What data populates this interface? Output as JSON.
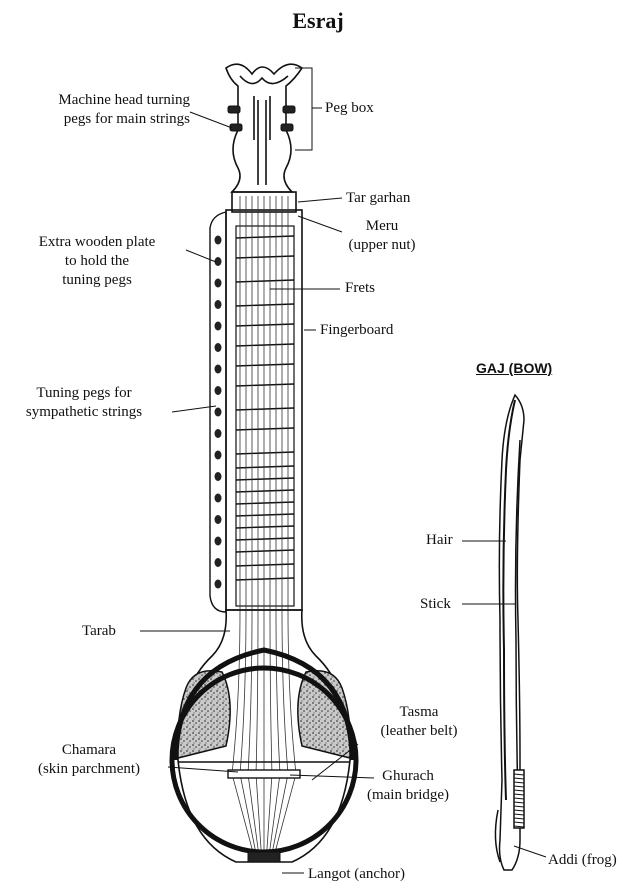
{
  "title": "Esraj",
  "bow_title": "GAJ (BOW)",
  "labels": {
    "machine_head": [
      "Machine head turning",
      "pegs for main strings"
    ],
    "peg_box": "Peg box",
    "tar_garhan": "Tar garhan",
    "meru": [
      "Meru",
      "(upper nut)"
    ],
    "extra_plate": [
      "Extra wooden plate",
      "to hold the",
      "tuning pegs"
    ],
    "frets": "Frets",
    "fingerboard": "Fingerboard",
    "tuning_pegs": [
      "Tuning pegs for",
      "sympathetic strings"
    ],
    "tarab": "Tarab",
    "tasma": [
      "Tasma",
      "(leather belt)"
    ],
    "chamara": [
      "Chamara",
      "(skin parchment)"
    ],
    "ghurach": [
      "Ghurach",
      "(main bridge)"
    ],
    "langot": "Langot (anchor)",
    "hair": "Hair",
    "stick": "Stick",
    "addi": "Addi (frog)"
  }
}
